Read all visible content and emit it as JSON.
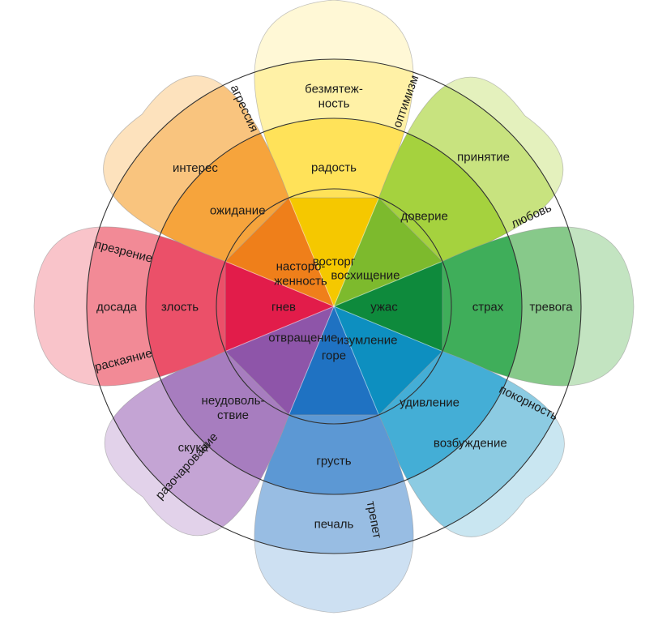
{
  "petals": [
    {
      "id": "joy",
      "inner": "восторг",
      "middle": "радость",
      "outer": [
        "безмятеж-",
        "ность"
      ],
      "colors": {
        "inner": "#f5c800",
        "middle": "#ffe259",
        "outer": "#fff1a6",
        "tip": "#fff8d6"
      }
    },
    {
      "id": "trust",
      "inner": "восхищение",
      "middle": "доверие",
      "outer": [
        "принятие"
      ],
      "colors": {
        "inner": "#7dba2d",
        "middle": "#a5d23e",
        "outer": "#c8e37f",
        "tip": "#e4f1bd"
      }
    },
    {
      "id": "fear",
      "inner": "ужас",
      "middle": "страх",
      "outer": [
        "тревога"
      ],
      "colors": {
        "inner": "#0e8a3c",
        "middle": "#3fae5a",
        "outer": "#87c98a",
        "tip": "#c3e4c1"
      }
    },
    {
      "id": "surprise",
      "inner": "изумление",
      "middle": "удивление",
      "outer": [
        "возбуждение"
      ],
      "colors": {
        "inner": "#0d8fc0",
        "middle": "#44aed6",
        "outer": "#8ccbe2",
        "tip": "#c9e6f1"
      }
    },
    {
      "id": "sadness",
      "inner": "горе",
      "middle": "грусть",
      "outer": [
        "печаль"
      ],
      "colors": {
        "inner": "#1f72c2",
        "middle": "#5c98d4",
        "outer": "#98bde3",
        "tip": "#cde0f2"
      }
    },
    {
      "id": "disgust",
      "inner": "отвращение",
      "middle": [
        "неудоволь-",
        "ствие"
      ],
      "outer": [
        "скука"
      ],
      "colors": {
        "inner": "#8e55a9",
        "middle": "#a77dbf",
        "outer": "#c4a4d4",
        "tip": "#e2d2ea"
      }
    },
    {
      "id": "anger",
      "inner": "гнев",
      "middle": "злость",
      "outer": [
        "досада"
      ],
      "colors": {
        "inner": "#e21c4a",
        "middle": "#eb5069",
        "outer": "#f28a96",
        "tip": "#f9c4ca"
      }
    },
    {
      "id": "anticipation",
      "inner": [
        "насторо-",
        "женность"
      ],
      "middle": "ожидание",
      "outer": [
        "интерес"
      ],
      "colors": {
        "inner": "#ef7f1a",
        "middle": "#f6a43c",
        "outer": "#f9c47e",
        "tip": "#fde2bd"
      }
    }
  ],
  "dyads": [
    {
      "id": "optimism",
      "label": "оптимизм"
    },
    {
      "id": "love",
      "label": "любовь"
    },
    {
      "id": "submission",
      "label": "покорность"
    },
    {
      "id": "awe",
      "label": "трепет"
    },
    {
      "id": "disapproval",
      "label": "разочарование"
    },
    {
      "id": "remorse",
      "label": "раскаяние"
    },
    {
      "id": "contempt",
      "label": "презрение"
    },
    {
      "id": "aggressiveness",
      "label": "агрессия"
    }
  ]
}
